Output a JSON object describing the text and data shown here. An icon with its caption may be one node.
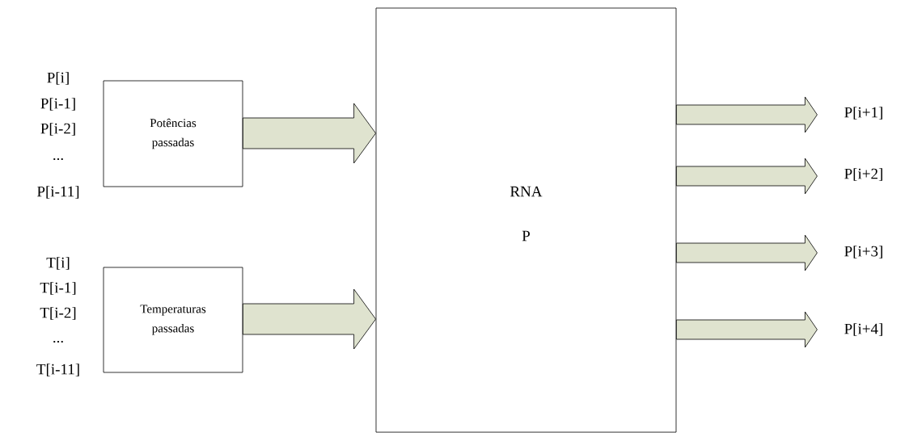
{
  "diagram": {
    "nodes": [
      {
        "text": [
          "Potências passadas"
        ],
        "beside": [
          "P[i]",
          "P[i-1]",
          "P[i-2]",
          "...",
          "P[i-11]"
        ]
      },
      {
        "text": [
          "Temperaturas passadas"
        ],
        "beside": [
          "T[i]",
          "T[i-1]",
          "T[i-2]",
          "...",
          "T[i-11]"
        ]
      },
      {
        "text": [
          "RNA",
          "P"
        ]
      },
      {
        "text": [
          "P[i+1]"
        ]
      },
      {
        "text": [
          "P[i+2]"
        ]
      },
      {
        "text": [
          "P[i+3]"
        ]
      },
      {
        "text": [
          "P[i+4]"
        ]
      }
    ],
    "edges": [
      {
        "from": 0,
        "to": 2,
        "arrow": "to"
      },
      {
        "from": 1,
        "to": 2,
        "arrow": "to"
      },
      {
        "from": 2,
        "to": 3,
        "arrow": "to"
      },
      {
        "from": 2,
        "to": 4,
        "arrow": "to"
      },
      {
        "from": 2,
        "to": 5,
        "arrow": "to"
      },
      {
        "from": 2,
        "to": 6,
        "arrow": "to"
      }
    ]
  }
}
